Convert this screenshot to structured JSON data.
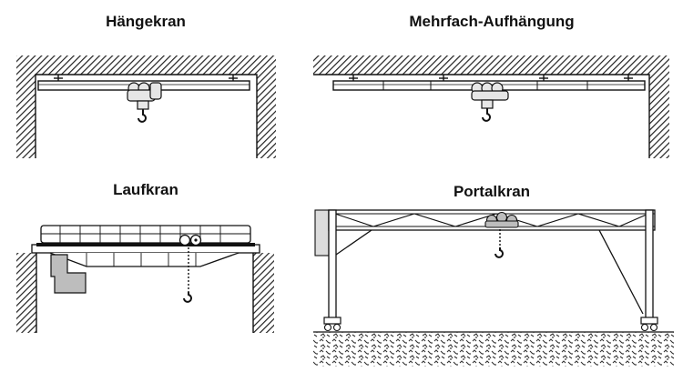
{
  "panels": [
    {
      "id": "haengekran",
      "title": "Hängekran"
    },
    {
      "id": "mehrfach",
      "title": "Mehrfach-Aufhängung"
    },
    {
      "id": "laufkran",
      "title": "Laufkran"
    },
    {
      "id": "portalkran",
      "title": "Portalkran"
    }
  ],
  "colors": {
    "line": "#111111",
    "hatch": "#222222",
    "trolley_fill": "#e6e6e6",
    "arm_fill": "#bdbdbd",
    "column_fill": "#dcdcdc"
  }
}
